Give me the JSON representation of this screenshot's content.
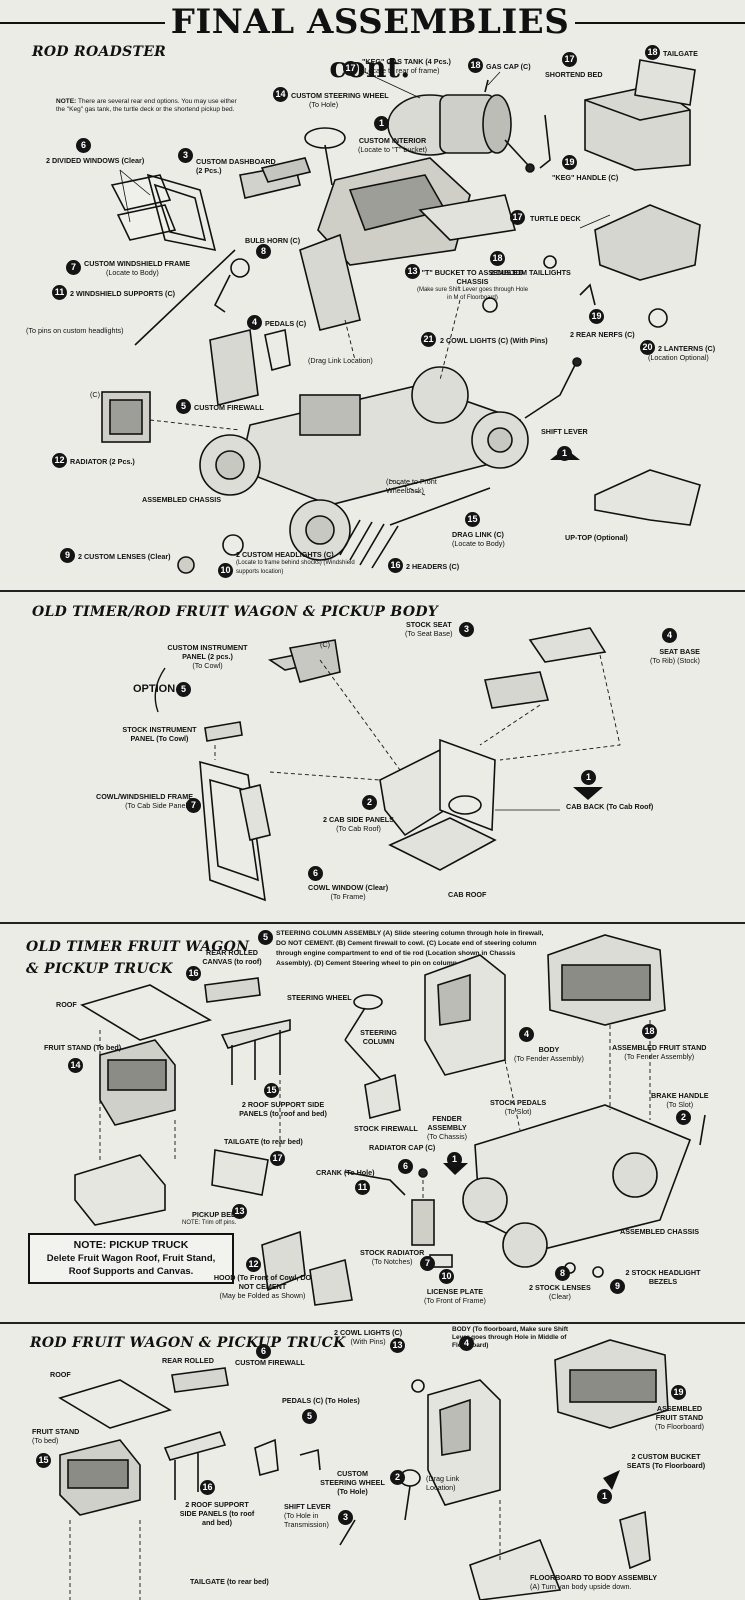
{
  "header": {
    "title": "FINAL ASSEMBLIES",
    "title_suffix": "cont."
  },
  "rod_roadster": {
    "heading": "ROD ROADSTER",
    "note_label": "NOTE:",
    "note_text": "There are several rear end options. You may use either the \"Keg\" gas tank, the turtle deck or the shortend pickup bed.",
    "labels": [
      {
        "n": "17",
        "text": "\"KEG\" GAS TANK (4 Pcs.)",
        "sub": "(Locate to rear of frame)"
      },
      {
        "n": "18",
        "text": "GAS CAP (C)",
        "sub": ""
      },
      {
        "n": "17",
        "text": "SHORTEND BED",
        "sub": ""
      },
      {
        "n": "18",
        "text": "TAILGATE",
        "sub": ""
      },
      {
        "n": "14",
        "text": "CUSTOM STEERING WHEEL",
        "sub": "(To Hole)"
      },
      {
        "n": "1",
        "text": "CUSTOM INTERIOR",
        "sub": "(Locate to \"T\" bucket)"
      },
      {
        "n": "6",
        "text": "2 DIVIDED WINDOWS (Clear)",
        "sub": ""
      },
      {
        "n": "3",
        "text": "CUSTOM DASHBOARD (2 Pcs.)",
        "sub": ""
      },
      {
        "n": "19",
        "text": "\"KEG\" HANDLE (C)",
        "sub": ""
      },
      {
        "n": "17",
        "text": "TURTLE DECK",
        "sub": ""
      },
      {
        "n": "8",
        "text": "BULB HORN (C)",
        "sub": ""
      },
      {
        "n": "7",
        "text": "CUSTOM WINDSHIELD FRAME",
        "sub": "(Locate to Body)"
      },
      {
        "n": "11",
        "text": "2 WINDSHIELD SUPPORTS (C)",
        "sub": ""
      },
      {
        "n": "18",
        "text": "2 CUSTOM TAILLIGHTS",
        "sub": ""
      },
      {
        "n": "13",
        "text": "\"T\" BUCKET TO ASSEMBLED CHASSIS",
        "sub": "(Make sure Shift Lever goes through Hole in M of Floorboard)"
      },
      {
        "n": "",
        "text": "(To pins on custom headlights)",
        "sub": ""
      },
      {
        "n": "4",
        "text": "PEDALS (C)",
        "sub": ""
      },
      {
        "n": "19",
        "text": "2 REAR NERFS (C)",
        "sub": ""
      },
      {
        "n": "21",
        "text": "2 COWL LIGHTS (C) (With Pins)",
        "sub": ""
      },
      {
        "n": "20",
        "text": "2 LANTERNS (C)",
        "sub": "(Location Optional)"
      },
      {
        "n": "",
        "text": "(Drag Link Location)",
        "sub": ""
      },
      {
        "n": "",
        "text": "(C)",
        "sub": ""
      },
      {
        "n": "5",
        "text": "CUSTOM FIREWALL",
        "sub": ""
      },
      {
        "n": "1",
        "text": "SHIFT LEVER",
        "sub": ""
      },
      {
        "n": "12",
        "text": "RADIATOR (2 Pcs.)",
        "sub": ""
      },
      {
        "n": "",
        "text": "ASSEMBLED CHASSIS",
        "sub": ""
      },
      {
        "n": "",
        "text": "(Locate to Front Wheelback)",
        "sub": ""
      },
      {
        "n": "15",
        "text": "DRAG LINK (C)",
        "sub": "(Locate to Body)"
      },
      {
        "n": "",
        "text": "UP-TOP (Optional)",
        "sub": ""
      },
      {
        "n": "9",
        "text": "2 CUSTOM LENSES (Clear)",
        "sub": ""
      },
      {
        "n": "10",
        "text": "2 CUSTOM HEADLIGHTS (C)",
        "sub": "(Locate to frame behind shocks) (Windshield supports location)"
      },
      {
        "n": "16",
        "text": "2 HEADERS (C)",
        "sub": ""
      }
    ]
  },
  "old_timer_body": {
    "heading": "OLD TIMER/ROD FRUIT WAGON & PICKUP BODY",
    "option_label": "OPTION",
    "option_n": "5",
    "labels": [
      {
        "n": "",
        "text": "CUSTOM INSTRUMENT PANEL (2 pcs.)",
        "sub": "(To Cowl)"
      },
      {
        "n": "",
        "text": "(C)",
        "sub": ""
      },
      {
        "n": "3",
        "text": "STOCK SEAT",
        "sub": "(To Seat Base)"
      },
      {
        "n": "4",
        "text": "SEAT BASE",
        "sub": "(To Rib) (Stock)"
      },
      {
        "n": "",
        "text": "STOCK INSTRUMENT PANEL (To Cowl)",
        "sub": ""
      },
      {
        "n": "7",
        "text": "COWL/WINDSHIELD FRAME",
        "sub": "(To Cab Side Panels)"
      },
      {
        "n": "1",
        "text": "CAB BACK (To Cab Roof)",
        "sub": ""
      },
      {
        "n": "2",
        "text": "2 CAB SIDE PANELS",
        "sub": "(To Cab Roof)"
      },
      {
        "n": "6",
        "text": "COWL WINDOW (Clear)",
        "sub": "(To Frame)"
      },
      {
        "n": "",
        "text": "CAB ROOF",
        "sub": ""
      }
    ]
  },
  "old_timer_truck": {
    "heading_line1": "OLD TIMER FRUIT WAGON",
    "heading_line2": "& PICKUP TRUCK",
    "step_n": "5",
    "step_text": "STEERING COLUMN ASSEMBLY (A) Slide steering column through hole in firewall, DO NOT CEMENT. (B) Cement firewall to cowl. (C) Locate end of steering column through engine compartment to end of tie rod (Location shown in Chassis Assembly). (D) Cement Steering wheel to pin on column.",
    "note_title": "NOTE: PICKUP TRUCK",
    "note_body": "Delete Fruit Wagon Roof, Fruit Stand, Roof Supports and Canvas.",
    "labels": [
      {
        "n": "16",
        "text": "REAR ROLLED CANVAS (to roof)",
        "sub": ""
      },
      {
        "n": "",
        "text": "ROOF",
        "sub": ""
      },
      {
        "n": "",
        "text": "STEERING WHEEL",
        "sub": ""
      },
      {
        "n": "",
        "text": "STEERING COLUMN",
        "sub": ""
      },
      {
        "n": "18",
        "text": "ASSEMBLED FRUIT STAND",
        "sub": "(To Fender Assembly)"
      },
      {
        "n": "14",
        "text": "FRUIT STAND (To bed)",
        "sub": ""
      },
      {
        "n": "4",
        "text": "BODY",
        "sub": "(To Fender Assembly)"
      },
      {
        "n": "15",
        "text": "2 ROOF SUPPORT SIDE PANELS (to roof and bed)",
        "sub": ""
      },
      {
        "n": "",
        "text": "STOCK PEDALS",
        "sub": "(To Slot)"
      },
      {
        "n": "2",
        "text": "BRAKE HANDLE",
        "sub": "(To Slot)"
      },
      {
        "n": "",
        "text": "STOCK FIREWALL",
        "sub": ""
      },
      {
        "n": "1",
        "text": "FENDER ASSEMBLY",
        "sub": "(To Chassis)"
      },
      {
        "n": "17",
        "text": "TAILGATE (to rear bed)",
        "sub": ""
      },
      {
        "n": "11",
        "text": "CRANK (To Hole)",
        "sub": ""
      },
      {
        "n": "6",
        "text": "RADIATOR CAP (C)",
        "sub": ""
      },
      {
        "n": "13",
        "text": "PICKUP BED",
        "sub": "NOTE: Trim off pins."
      },
      {
        "n": "",
        "text": "ASSEMBLED CHASSIS",
        "sub": ""
      },
      {
        "n": "12",
        "text": "HOOD (To Front of Cowl, DO NOT CEMENT",
        "sub": "(May be Folded as Shown)"
      },
      {
        "n": "7",
        "text": "STOCK RADIATOR",
        "sub": "(To Notches)"
      },
      {
        "n": "10",
        "text": "LICENSE PLATE",
        "sub": "(To Front of Frame)"
      },
      {
        "n": "8",
        "text": "2 STOCK LENSES",
        "sub": "(Clear)"
      },
      {
        "n": "9",
        "text": "2 STOCK HEADLIGHT BEZELS",
        "sub": ""
      }
    ]
  },
  "rod_fruit_wagon": {
    "heading": "ROD FRUIT WAGON & PICKUP TRUCK",
    "labels": [
      {
        "n": "13",
        "text": "2 COWL LIGHTS (C)",
        "sub": "(With Pins)"
      },
      {
        "n": "4",
        "text": "BODY (To floorboard, Make sure Shift Lever goes through Hole in Middle of Floorboard)",
        "sub": ""
      },
      {
        "n": "",
        "text": "REAR ROLLED",
        "sub": ""
      },
      {
        "n": "6",
        "text": "CUSTOM FIREWALL",
        "sub": ""
      },
      {
        "n": "",
        "text": "ROOF",
        "sub": ""
      },
      {
        "n": "5",
        "text": "PEDALS (C) (To Holes)",
        "sub": ""
      },
      {
        "n": "19",
        "text": "ASSEMBLED FRUIT STAND",
        "sub": "(To Floorboard)"
      },
      {
        "n": "15",
        "text": "FRUIT STAND",
        "sub": "(To bed)"
      },
      {
        "n": "2",
        "text": "CUSTOM STEERING WHEEL (To Hole)",
        "sub": ""
      },
      {
        "n": "",
        "text": "(Drag Link Location)",
        "sub": ""
      },
      {
        "n": "1",
        "text": "2 CUSTOM BUCKET SEATS (To Floorboard)",
        "sub": ""
      },
      {
        "n": "16",
        "text": "2 ROOF SUPPORT SIDE PANELS (to roof and bed)",
        "sub": ""
      },
      {
        "n": "3",
        "text": "SHIFT LEVER",
        "sub": "(To Hole in Transmission)"
      },
      {
        "n": "",
        "text": "TAILGATE (to rear bed)",
        "sub": ""
      },
      {
        "n": "",
        "text": "FLOORBOARD TO BODY ASSEMBLY",
        "sub": "(A) Turn van body upside down."
      }
    ]
  }
}
